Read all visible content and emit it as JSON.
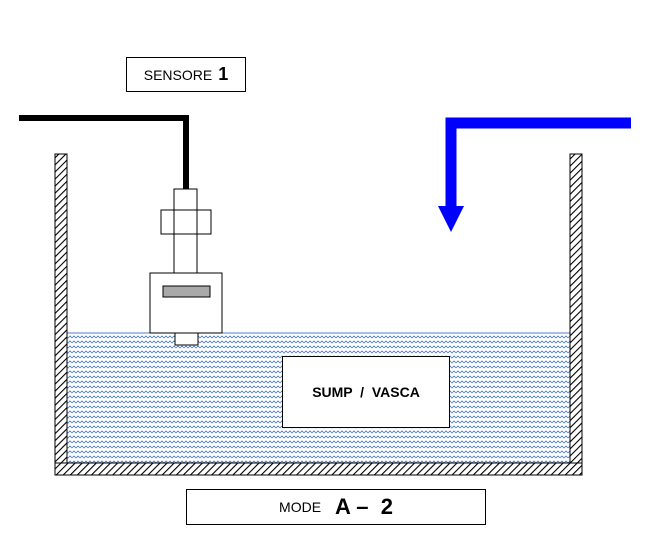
{
  "sensor": {
    "label_prefix": "SENSORE",
    "label_number": "1"
  },
  "tank": {
    "label": "SUMP  /  VASCA"
  },
  "mode": {
    "label_prefix": "MODE",
    "label_value": "A –  2"
  },
  "colors": {
    "water": "#4f7fc8",
    "pipe": "#0000ff",
    "cable": "#000000",
    "sensor_window": "#a9a9a9"
  }
}
